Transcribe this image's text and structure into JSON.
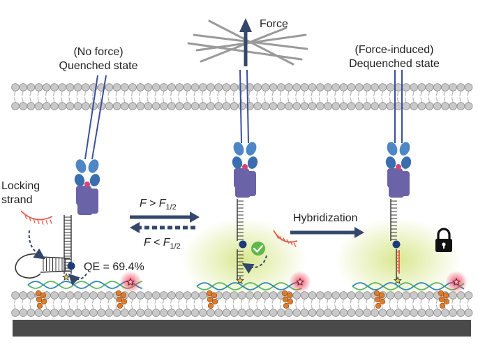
{
  "labels": {
    "force": "Force",
    "no_force_line1": "(No force)",
    "no_force_line2": "Quenched state",
    "force_induced_line1": "(Force-induced)",
    "force_induced_line2": "Dequenched state",
    "locking_line1": "Locking",
    "locking_line2": "strand",
    "qe": "QE = 69.4%",
    "hybridization": "Hybridization",
    "f_greater": "F > F",
    "f_less": "F < F",
    "f_subscript": "1/2"
  },
  "colors": {
    "membrane_bead": "#c9c9c9",
    "membrane_bead_edge": "#8f8f8f",
    "lipid_tail": "#b5b5b5",
    "tether": "#3b4f9c",
    "antibody_light": "#4f86c6",
    "antibody_dark": "#3a6eae",
    "receptor": "#6a63a8",
    "hinge": "#d2457a",
    "dna_stem": "#333333",
    "quencher": "#1f3a7a",
    "fluorophore": "#e8d84a",
    "locking_strand": "#e35a4e",
    "arrow": "#34476b",
    "glow": "#d8e68a",
    "red_glow": "#e8324c",
    "check": "#5fb847",
    "helix_green": "#5cb85c",
    "helix_blue": "#2f86b8",
    "cholesterol": "#e07b2a",
    "substrate": "#4a4a4a"
  },
  "icons": [
    "lock-icon",
    "check-icon",
    "star-icon"
  ]
}
